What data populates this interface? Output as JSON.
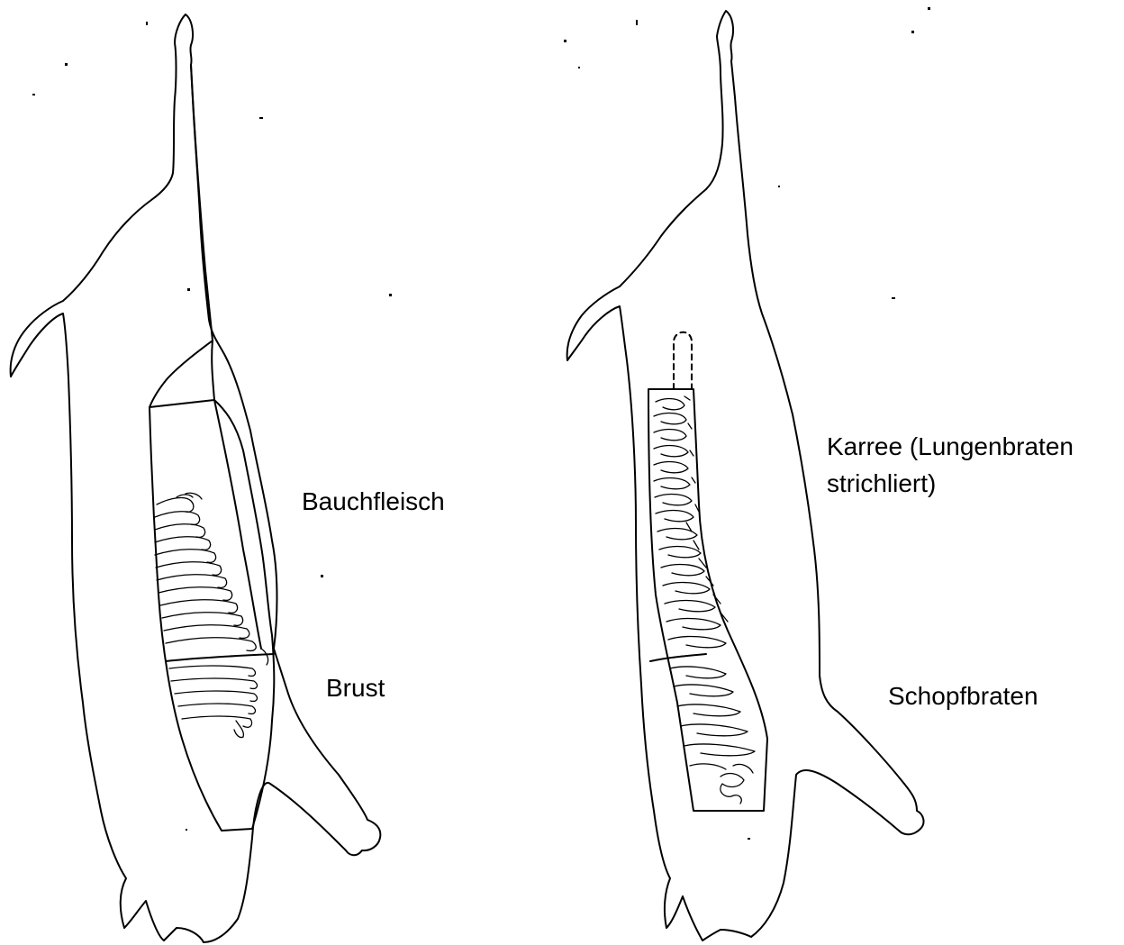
{
  "labels": {
    "bauchfleisch": "Bauchfleisch",
    "brust": "Brust",
    "karree_line1": "Karree (Lungenbraten",
    "karree_line2": "strichliert)",
    "schopfbraten": "Schopfbraten"
  },
  "colors": {
    "line": "#000000",
    "background": "#ffffff"
  }
}
